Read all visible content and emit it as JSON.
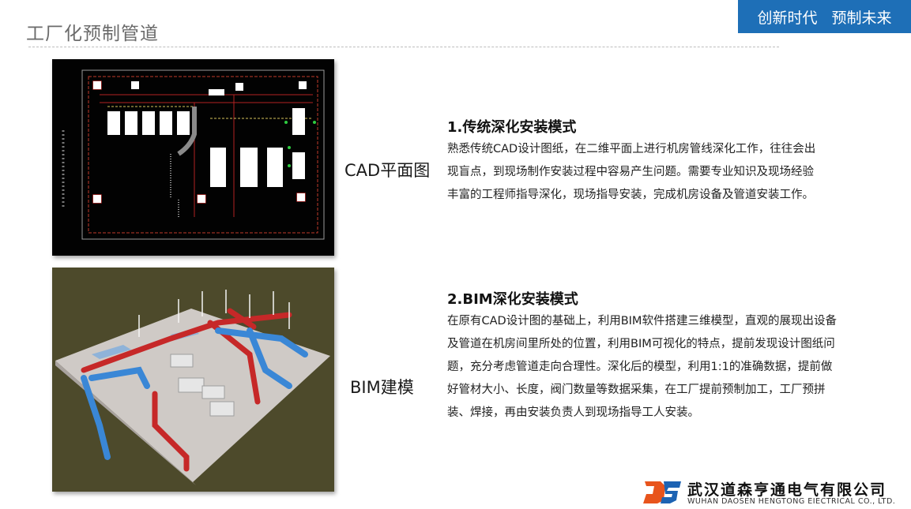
{
  "header": {
    "title": "工厂化预制管道",
    "slogan_part1": "创新时代",
    "slogan_part2": "预制未来"
  },
  "images": {
    "cad_label": "CAD平面图",
    "bim_label": "BIM建模"
  },
  "sections": [
    {
      "heading": "1.传统深化安装模式",
      "body": "熟悉传统CAD设计图纸，在二维平面上进行机房管线深化工作，往往会出现盲点，到现场制作安装过程中容易产生问题。需要专业知识及现场经验丰富的工程师指导深化，现场指导安装，完成机房设备及管道安装工作。"
    },
    {
      "heading": "2.BIM深化安装模式",
      "body": "在原有CAD设计图的基础上，利用BIM软件搭建三维模型，直观的展现出设备及管道在机房间里所处的位置，利用BIM可视化的特点，提前发现设计图纸问题，充分考虑管道走向合理性。深化后的模型，利用1:1的准确数据，提前做好管材大小、长度，阀门数量等数据采集，在工厂提前预制加工，工厂预拼装、焊接，再由安装负责人到现场指导工人安装。"
    }
  ],
  "footer": {
    "company_cn": "武汉道森亨通电气有限公司",
    "company_en": "WUHAN DAOSEN HENGTONG EIECTRICAL CO., LTD.",
    "logo_text": "DS"
  },
  "colors": {
    "accent_blue": "#1e6fb7",
    "logo_orange": "#e8541c",
    "logo_blue": "#1d63b3"
  }
}
